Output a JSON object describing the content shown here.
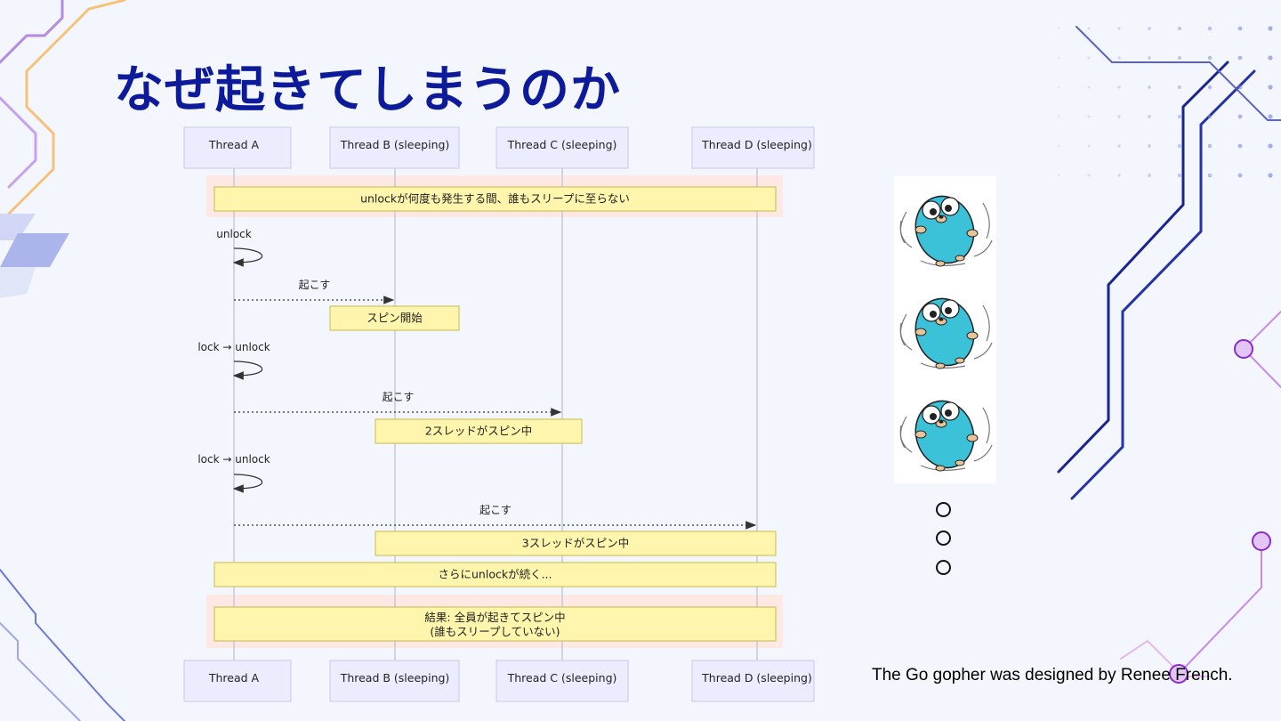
{
  "slide": {
    "title": "なぜ起きてしまうのか",
    "credit": "The Go gopher was designed by Renee French."
  },
  "diagram": {
    "participants": [
      "Thread A",
      "Thread B (sleeping)",
      "Thread C (sleeping)",
      "Thread D (sleeping)"
    ],
    "steps": [
      {
        "kind": "note",
        "text": "unlockが何度も発生する間、誰もスリープに至らない",
        "highlight": true
      },
      {
        "kind": "self",
        "text": "unlock"
      },
      {
        "kind": "message",
        "text": "起こす",
        "to": 1
      },
      {
        "kind": "note",
        "text": "スピン開始"
      },
      {
        "kind": "self",
        "text": "lock → unlock"
      },
      {
        "kind": "message",
        "text": "起こす",
        "to": 2
      },
      {
        "kind": "note",
        "text": "2スレッドがスピン中"
      },
      {
        "kind": "self",
        "text": "lock → unlock"
      },
      {
        "kind": "message",
        "text": "起こす",
        "to": 3
      },
      {
        "kind": "note",
        "text": "3スレッドがスピン中"
      },
      {
        "kind": "note",
        "text": "さらにunlockが続く..."
      },
      {
        "kind": "note",
        "text": "結果: 全員が起きてスピン中",
        "text2": "(誰もスリープしていない)",
        "highlight": true
      }
    ]
  },
  "gophers": {
    "count": 3,
    "icon": "spinning-gopher-icon",
    "bullets": 3
  },
  "colors": {
    "title": "#0d1a9a",
    "participant_fill": "#ececff",
    "participant_stroke": "#c9c9e8",
    "note_fill": "#fff5ad",
    "note_stroke": "#c8b94a",
    "highlight_fill": "#fde8e4",
    "gopher_body": "#3cc2d8"
  }
}
